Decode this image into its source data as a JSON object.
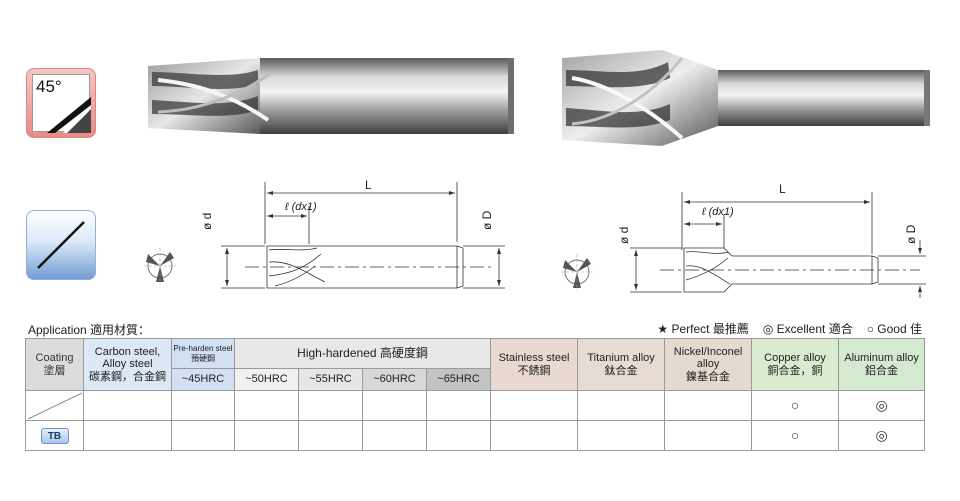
{
  "icons": {
    "angle_label": "45°",
    "angle_icon": "helix-angle-45-icon",
    "coating_icon": "coating-diagonal-icon"
  },
  "drawing": {
    "length_label": "L",
    "flute_label": "ℓ (dx1)",
    "dia_small_label": "ø d",
    "dia_large_label": "ø D"
  },
  "legend": {
    "title": "Application 適用材質：",
    "perfect_symbol": "★",
    "perfect_label": "Perfect 最推薦",
    "excellent_symbol": "◎",
    "excellent_label": "Excellent 適合",
    "good_symbol": "○",
    "good_label": "Good 佳"
  },
  "table": {
    "coating_header_en": "Coating",
    "coating_header_zh": "塗層",
    "carbon_header_en": "Carbon steel,\nAlloy steel",
    "carbon_header_zh": "碳素鋼，合金鋼",
    "pre_header_en": "Pre-harden steel",
    "pre_header_zh": "預硬鋼",
    "pre_sub": "~45HRC",
    "hard_header": "High-hardened 高硬度鋼",
    "hard_sub": [
      "~50HRC",
      "~55HRC",
      "~60HRC",
      "~65HRC"
    ],
    "stainless_en": "Stainless steel",
    "stainless_zh": "不銹鋼",
    "titanium_en": "Titanium alloy",
    "titanium_zh": "鈦合金",
    "nickel_en": "Nickel/Inconel\nalloy",
    "nickel_zh": "鎳基合金",
    "copper_en": "Copper alloy",
    "copper_zh": "銅合金，銅",
    "aluminum_en": "Aluminum alloy",
    "aluminum_zh": "鋁合金",
    "rows": [
      {
        "coating": "",
        "copper": "○",
        "aluminum": "◎"
      },
      {
        "coating": "TB",
        "copper": "○",
        "aluminum": "◎"
      }
    ]
  },
  "colors": {
    "angle_tile": "#e98a86",
    "coating_tile": "#6f9bd2",
    "copper_header": "#d9ecd0",
    "aluminum_header": "#d4ead0",
    "stainless_header": "#ead9d0"
  }
}
